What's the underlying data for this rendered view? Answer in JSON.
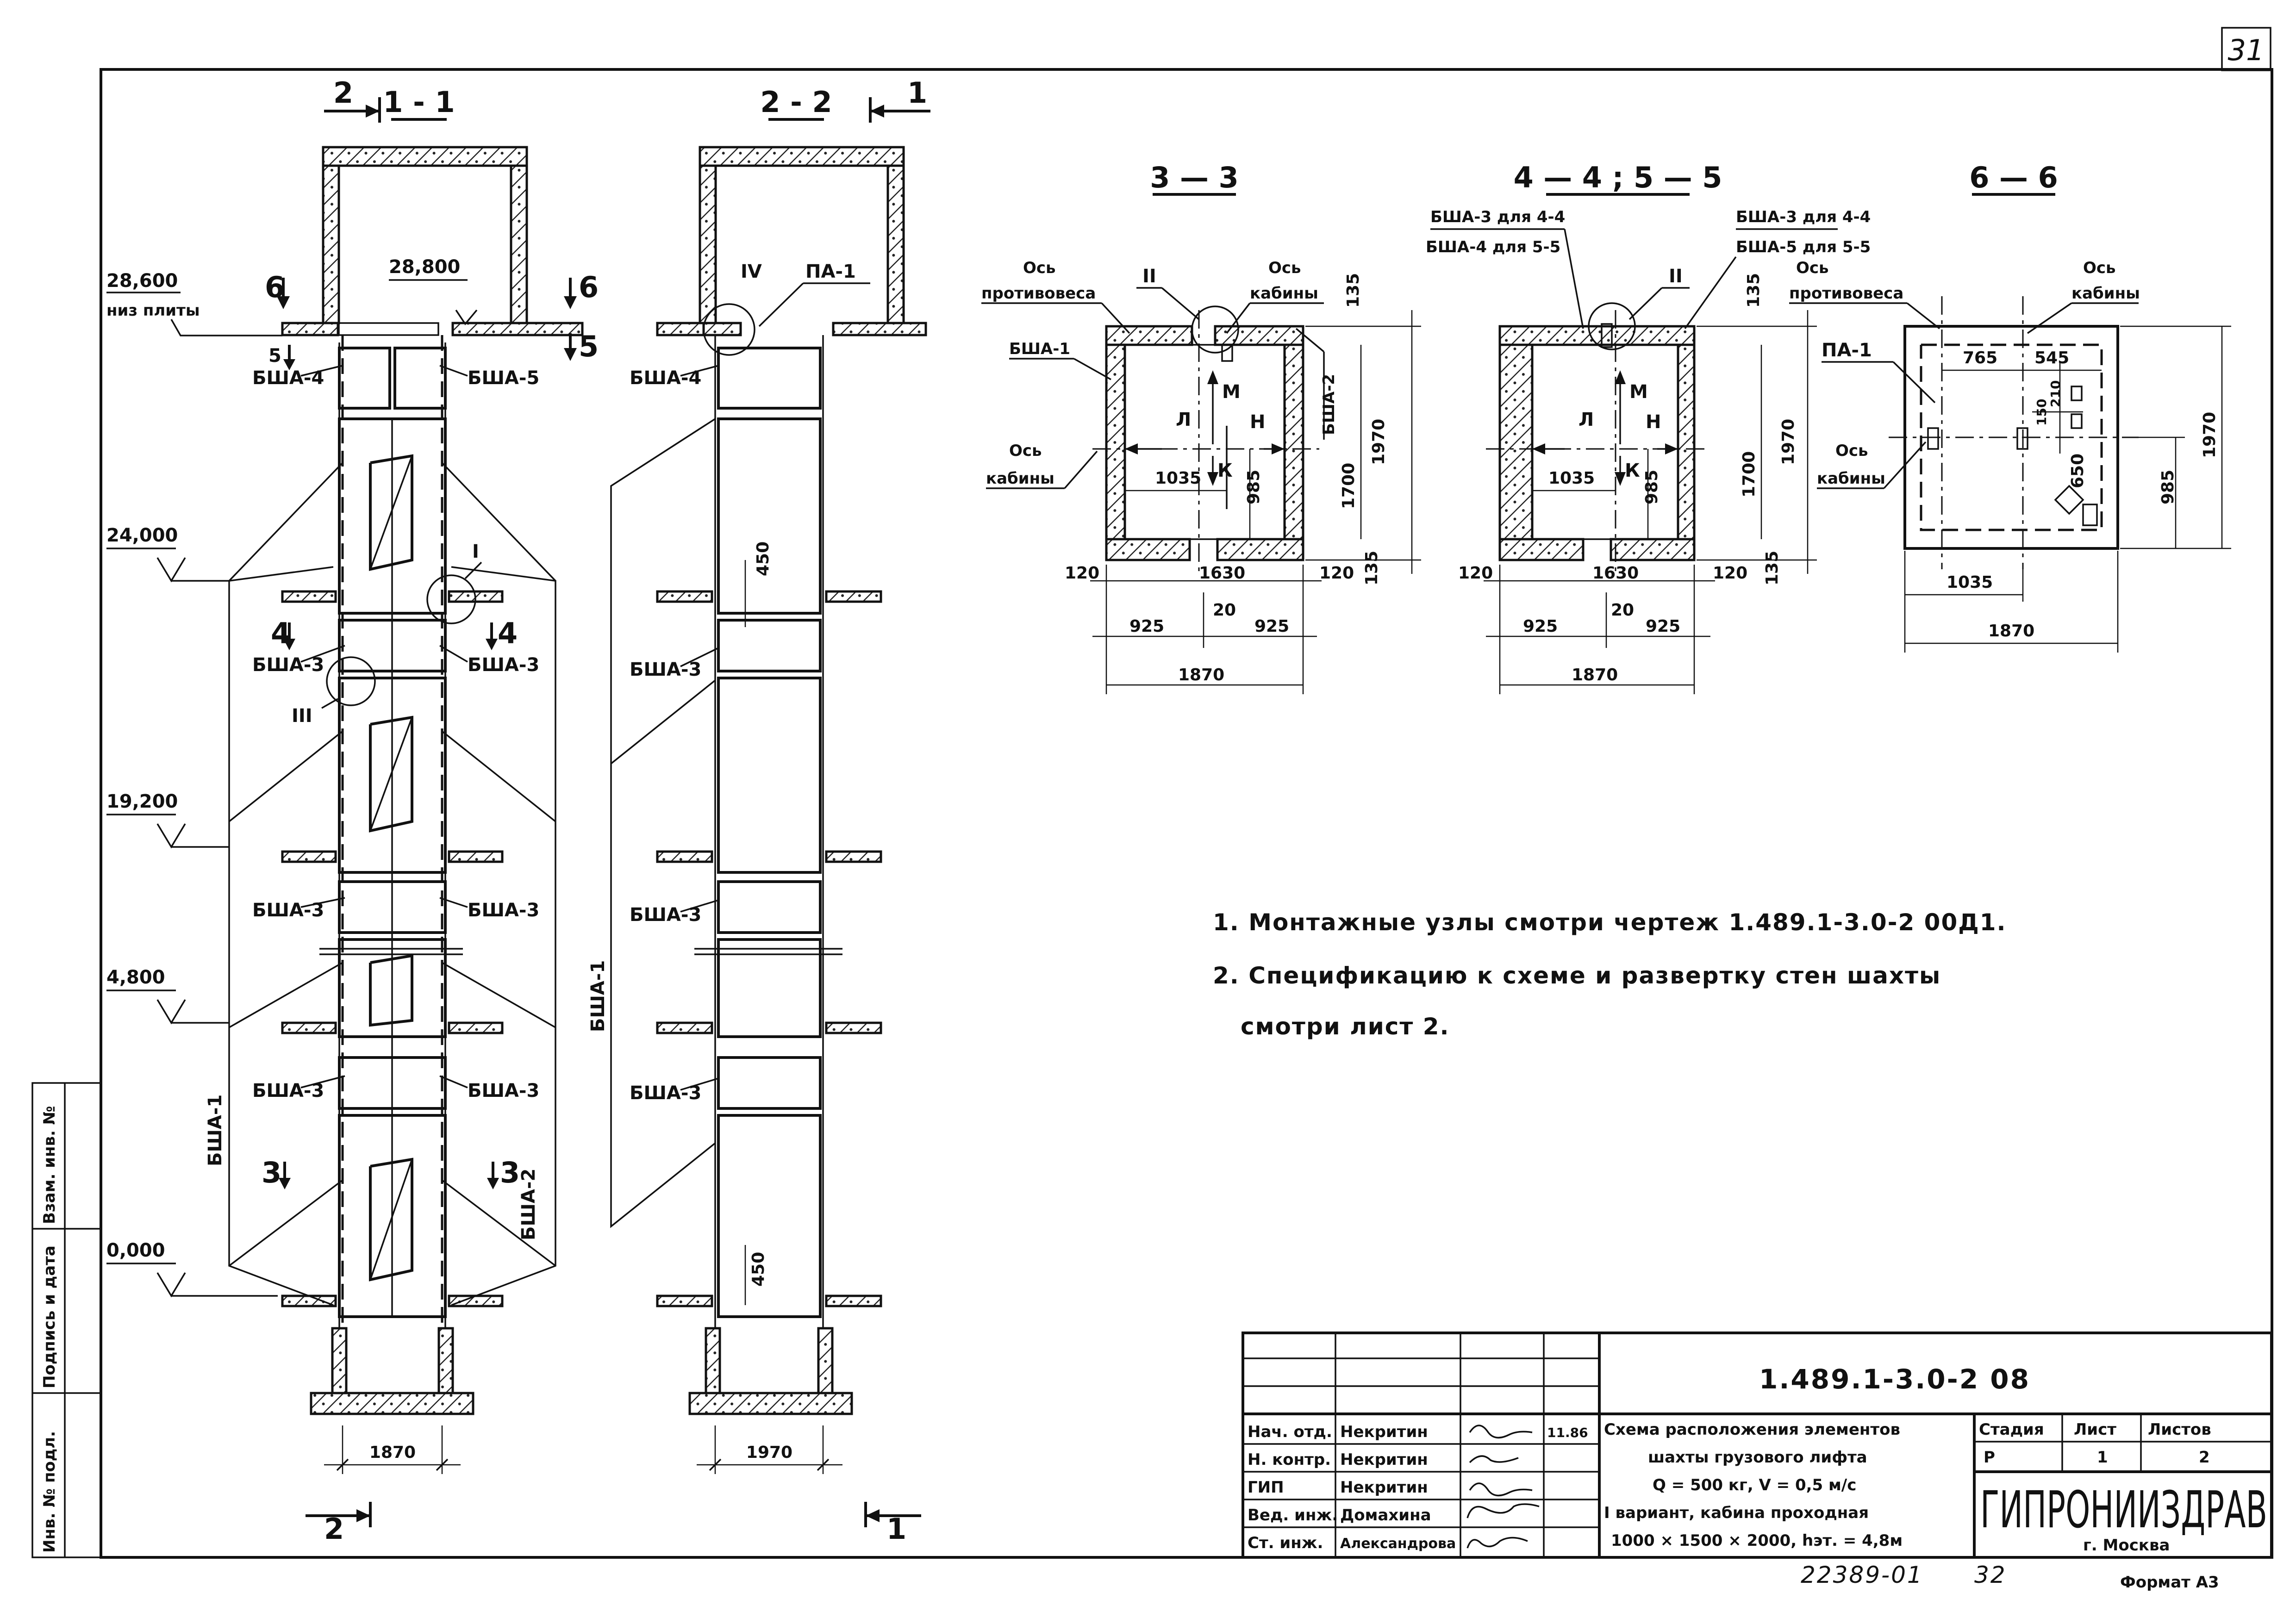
{
  "sheet": {
    "corner_number": "31",
    "bottom_codes": [
      "22389-01",
      "32"
    ],
    "format": "Формат А3"
  },
  "side_stamp": [
    "Инв. № подл.",
    "Подпись и дата",
    "Взам. инв. №"
  ],
  "sections": {
    "s11": "1 - 1",
    "s22": "2 - 2",
    "s33": "3 — 3",
    "s4455": "4 — 4 ; 5 — 5",
    "s66": "6 — 6",
    "cut2": "2",
    "cut1": "1"
  },
  "levels": {
    "l28600": "28,600",
    "l28600_note": "низ плиты",
    "l28800": "28,800",
    "l24000": "24,000",
    "l19200": "19,200",
    "l4800": "4,800",
    "l0": "0,000"
  },
  "elements": {
    "bsha1": "БША-1",
    "bsha2": "БША-2",
    "bsha3": "БША-3",
    "bsha4": "БША-4",
    "bsha5": "БША-5",
    "pa1": "ПА-1"
  },
  "marks": {
    "m6": "6",
    "m5": "5",
    "m4": "4",
    "m3": "3",
    "r1": "I",
    "r2": "II",
    "r3": "III",
    "r4": "IV"
  },
  "plan": {
    "axis_cw": [
      "Ось",
      "противовеса"
    ],
    "axis_cab": [
      "Ось",
      "кабины"
    ],
    "note_4a": "БША-3 для 4-4",
    "note_4b": "БША-4 для 5-5",
    "note_5a": "БША-3 для 4-4",
    "note_5b": "БША-5 для 5-5",
    "M": "М",
    "L": "Л",
    "N": "Н",
    "K": "К"
  },
  "dims": {
    "d1870": "1870",
    "d1970": "1970",
    "d1700": "1700",
    "d1630": "1630",
    "d1035": "1035",
    "d985": "985",
    "d925": "925",
    "d120": "120",
    "d135": "135",
    "d20": "20",
    "d450": "450",
    "d765": "765",
    "d545": "545",
    "d650": "650",
    "d150": "150",
    "d210": "210"
  },
  "notes": [
    "1. Монтажные   узлы   смотри   чертеж   1.489.1-3.0-2  00Д1.",
    "2. Спецификацию   к  схеме  и  развертку  стен  шахты",
    "смотри   лист 2."
  ],
  "title_block": {
    "code": "1.489.1-3.0-2   08",
    "people": [
      {
        "role": "Нач. отд.",
        "name": "Некритин",
        "date": "11.86"
      },
      {
        "role": "Н. контр.",
        "name": "Некритин",
        "date": ""
      },
      {
        "role": "ГИП",
        "name": "Некритин",
        "date": ""
      },
      {
        "role": "Вед. инж.",
        "name": "Домахина",
        "date": ""
      },
      {
        "role": "Ст. инж.",
        "name": "Александрова",
        "date": ""
      }
    ],
    "description": [
      "Схема расположения элементов",
      "шахты грузового лифта",
      "Q = 500 кг,  V = 0,5 м/с",
      "I вариант, кабина проходная",
      "1000 × 1500 × 2000,  hэт. = 4,8м"
    ],
    "stage_h": "Стадия",
    "sheet_h": "Лист",
    "sheets_h": "Листов",
    "stage": "Р",
    "sheet": "1",
    "sheets": "2",
    "org": "ГИПРОНИИЗДРАВ",
    "city": "г. Москва"
  }
}
